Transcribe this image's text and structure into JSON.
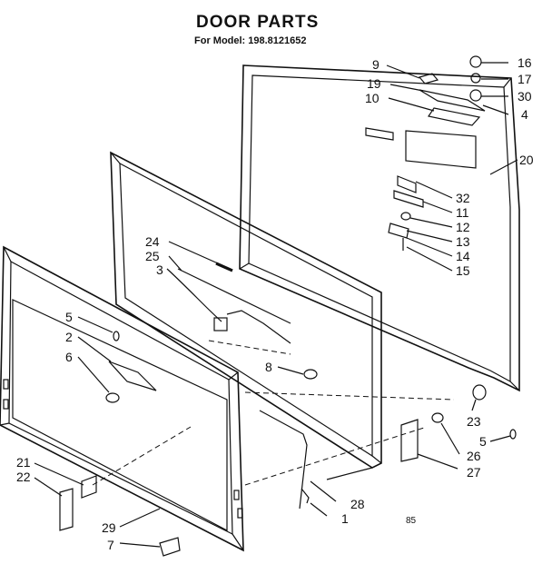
{
  "header": {
    "title": "DOOR PARTS",
    "model_line": "For Model: 198.8121652"
  },
  "footer_code": "85",
  "part_labels": [
    "1",
    "2",
    "3",
    "4",
    "5",
    "5",
    "6",
    "7",
    "8",
    "9",
    "10",
    "11",
    "12",
    "13",
    "14",
    "15",
    "16",
    "17",
    "19",
    "20",
    "21",
    "22",
    "23",
    "24",
    "25",
    "26",
    "27",
    "28",
    "29",
    "30",
    "32"
  ]
}
